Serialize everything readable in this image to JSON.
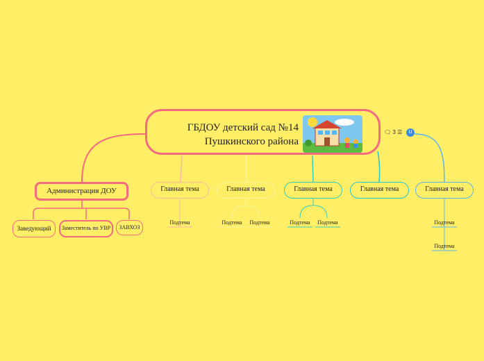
{
  "central": {
    "line1": "ГБДОУ детский сад №14",
    "line2": "Пушкинского района"
  },
  "indicators": {
    "comments_icon": "comment-icon",
    "comments_count": "3",
    "notes_icon": "list-icon",
    "user_badge": "U"
  },
  "branches": [
    {
      "label": "Администрация ДОУ",
      "color": "#F46B7F",
      "children": [
        "Заведующий",
        "Заместитель по УВР",
        "ЗАВХОЗ"
      ]
    },
    {
      "label": "Главная тема",
      "color": "#F7B9A6",
      "children": [
        "Подтема"
      ]
    },
    {
      "label": "Главная тема",
      "color": "#FFF59E",
      "children": [
        "Подтема",
        "Подтема"
      ]
    },
    {
      "label": "Главная тема",
      "color": "#33CCC0",
      "children": [
        "Подтема",
        "Подтема"
      ]
    },
    {
      "label": "Главная тема",
      "color": "#20C7D9",
      "children": []
    },
    {
      "label": "Главная тема",
      "color": "#5AB4F2",
      "children": [
        "Подтема",
        "Подтема"
      ]
    }
  ],
  "colors": {
    "background": "#FFEE66",
    "central_border": "#F46B7F"
  }
}
